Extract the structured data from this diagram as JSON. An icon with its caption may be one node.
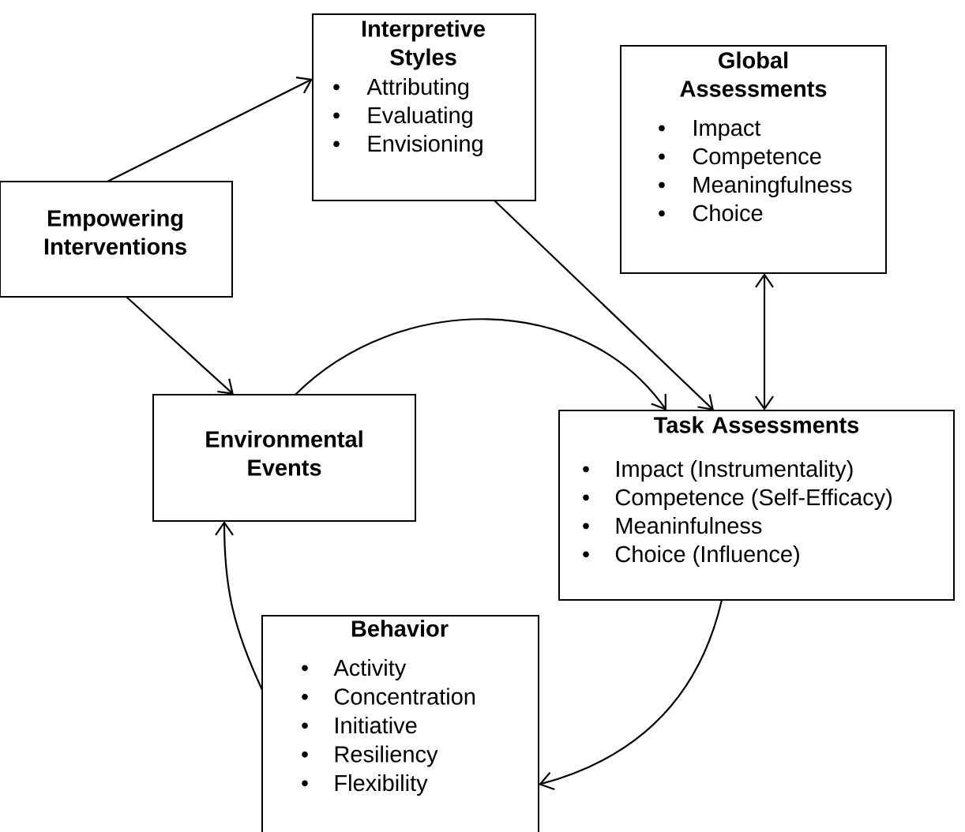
{
  "diagram": {
    "nodes": [
      {
        "text": [
          "Interpretive Styles",
          "Attributing",
          "Evaluating",
          "Envisioning"
        ]
      },
      {
        "text": [
          "Global Assessments",
          "Impact",
          "Competence",
          "Meaningfulness",
          "Choice"
        ]
      },
      {
        "text": [
          "Empowering Interventions"
        ]
      },
      {
        "text": [
          "Environmental Events"
        ]
      },
      {
        "text": [
          "Task Assessments",
          "Impact (Instrumentality)",
          "Competence (Self-Efficacy)",
          "Meaninfulness",
          "Choice (Influence)"
        ]
      },
      {
        "text": [
          "Behavior",
          "Activity",
          "Concentration",
          "Initiative",
          "Resiliency",
          "Flexibility"
        ]
      }
    ],
    "edges": [
      {
        "from": 2,
        "to": 0,
        "arrow": "to"
      },
      {
        "from": 2,
        "to": 3,
        "arrow": "to"
      },
      {
        "from": 0,
        "to": 4,
        "arrow": "to"
      },
      {
        "from": 3,
        "to": 4,
        "arrow": "to"
      },
      {
        "from": 1,
        "to": 4,
        "arrow": "both"
      },
      {
        "from": 4,
        "to": 5,
        "arrow": "to"
      },
      {
        "from": 5,
        "to": 3,
        "arrow": "to"
      }
    ]
  }
}
